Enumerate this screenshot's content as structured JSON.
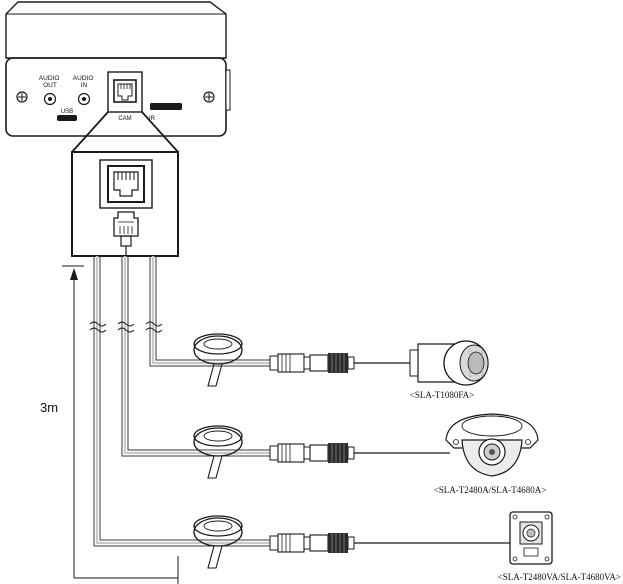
{
  "device": {
    "port_labels": {
      "audio_out": "AUDIO\nOUT",
      "audio_in": "AUDIO\nIN",
      "usb": "USB",
      "cam": "CAM",
      "ir": "IR"
    }
  },
  "distance_label": "3m",
  "cameras": [
    {
      "label": "<SLA-T1080FA>"
    },
    {
      "label": "<SLA-T2480A/SLA-T4680A>"
    },
    {
      "label": "<SLA-T2480VA/SLA-T4680VA>"
    }
  ]
}
